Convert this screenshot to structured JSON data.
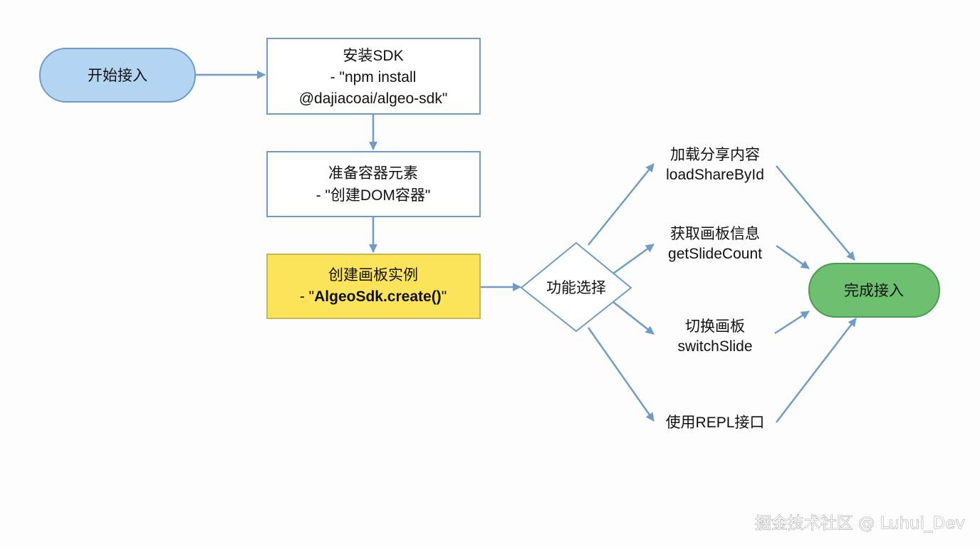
{
  "nodes": {
    "start": {
      "label": "开始接入"
    },
    "install": {
      "title": "安装SDK",
      "line1": "- \"npm install",
      "line2": "@dajiacoai/algeo-sdk\""
    },
    "prepare": {
      "title": "准备容器元素",
      "line1": "- \"创建DOM容器\""
    },
    "create": {
      "title": "创建画板实例",
      "prefix": "- \"",
      "code": "AlgeoSdk.create()",
      "suffix": "\""
    },
    "choose": {
      "label": "功能选择"
    },
    "load": {
      "title": "加载分享内容",
      "api": "loadShareById"
    },
    "info": {
      "title": "获取画板信息",
      "api": "getSlideCount"
    },
    "switch": {
      "title": "切换画板",
      "api": "switchSlide"
    },
    "repl": {
      "title": "使用REPL接口"
    },
    "done": {
      "label": "完成接入"
    }
  },
  "watermark": "掘金技术社区 @ Luhui_Dev",
  "colors": {
    "arrow": "#6f9bc8",
    "box_border": "#6f9bc8",
    "start_fill": "#b3d5f2",
    "highlight_fill": "#fbe45a",
    "highlight_border": "#c9b55a",
    "done_fill": "#6cc070",
    "done_border": "#4d9a52"
  }
}
